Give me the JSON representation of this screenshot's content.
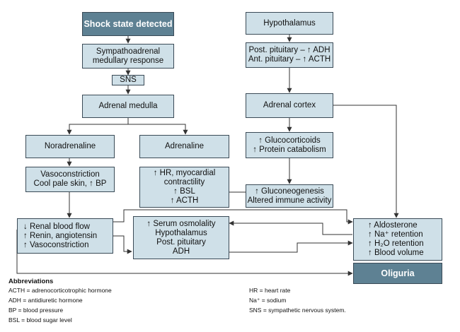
{
  "nodes": {
    "shock": "Shock state detected",
    "sympatho": [
      "Sympathoadrenal",
      "medullary response"
    ],
    "sns": "SNS",
    "medulla": "Adrenal medulla",
    "noradrenaline": "Noradrenaline",
    "adrenaline": "Adrenaline",
    "vasocon": [
      "Vasoconstriction",
      "Cool pale skin, ↑ BP"
    ],
    "hr": [
      "↑ HR, myocardial",
      "contractility",
      "↑ BSL",
      "↑ ACTH"
    ],
    "renal": [
      "↓ Renal blood flow",
      "↑ Renin, angiotensin",
      "↑ Vasoconstriction"
    ],
    "serum": [
      "↑ Serum osmolality",
      "Hypothalamus",
      "Post. pituitary",
      "ADH"
    ],
    "hypothalamus": "Hypothalamus",
    "pituitary": [
      "Post. pituitary – ↑ ADH",
      "Ant. pituitary – ↑ ACTH"
    ],
    "cortex": "Adrenal cortex",
    "gluco": [
      "↑ Glucocorticoids",
      "↑ Protein catabolism"
    ],
    "gluconeo": [
      "↑ Gluconeogenesis",
      "Altered immune activity"
    ],
    "aldosterone": [
      "↑ Aldosterone",
      "↑ Na⁺ retention",
      "↑ H₂O retention",
      "↑ Blood volume"
    ],
    "oliguria": "Oliguria"
  },
  "abbreviations": {
    "title": "Abbreviations",
    "left": [
      "ACTH = adrenocorticotrophic hormone",
      "ADH = antidiuretic hormone",
      "BP = blood pressure",
      "BSL = blood sugar level"
    ],
    "right": [
      "HR = heart rate",
      "Na⁺ = sodium",
      "SNS = sympathetic nervous system."
    ]
  },
  "colors": {
    "box_fill": "#cfe0e8",
    "box_dark": "#5e8193",
    "border": "#3a4a56",
    "line": "#333333"
  }
}
